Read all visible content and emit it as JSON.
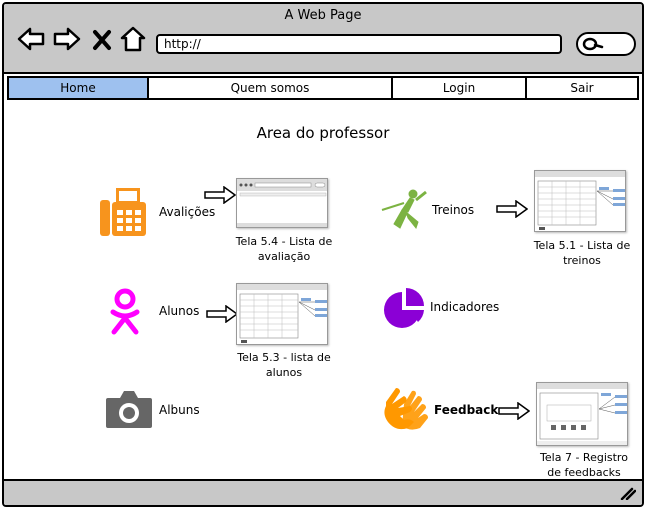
{
  "window": {
    "title": "A Web Page"
  },
  "toolbar": {
    "url": "http://"
  },
  "nav": {
    "items": [
      {
        "label": "Home",
        "active": true
      },
      {
        "label": "Quem somos",
        "active": false
      },
      {
        "label": "Login",
        "active": false
      },
      {
        "label": "Sair",
        "active": false
      }
    ]
  },
  "main": {
    "title": "Area do professor",
    "features": [
      {
        "label": "Avalições",
        "icon": "fax-icon",
        "color": "#f7941d",
        "caption": "Tela 5.4 - Lista de avaliação"
      },
      {
        "label": "Treinos",
        "icon": "fencer-icon",
        "color": "#7cb342",
        "caption": "Tela 5.1 - Lista de treinos"
      },
      {
        "label": "Alunos",
        "icon": "person-icon",
        "color": "#ff00ff",
        "caption": "Tela 5.3 - lista de alunos"
      },
      {
        "label": "Indicadores",
        "icon": "pie-chart-icon",
        "color": "#8b00d6"
      },
      {
        "label": "Albuns",
        "icon": "camera-icon",
        "color": "#666666"
      },
      {
        "label": "Feedback",
        "icon": "sign-language-icon",
        "color": "#ff9800",
        "caption": "Tela 7 - Registro de feedbacks"
      }
    ]
  }
}
